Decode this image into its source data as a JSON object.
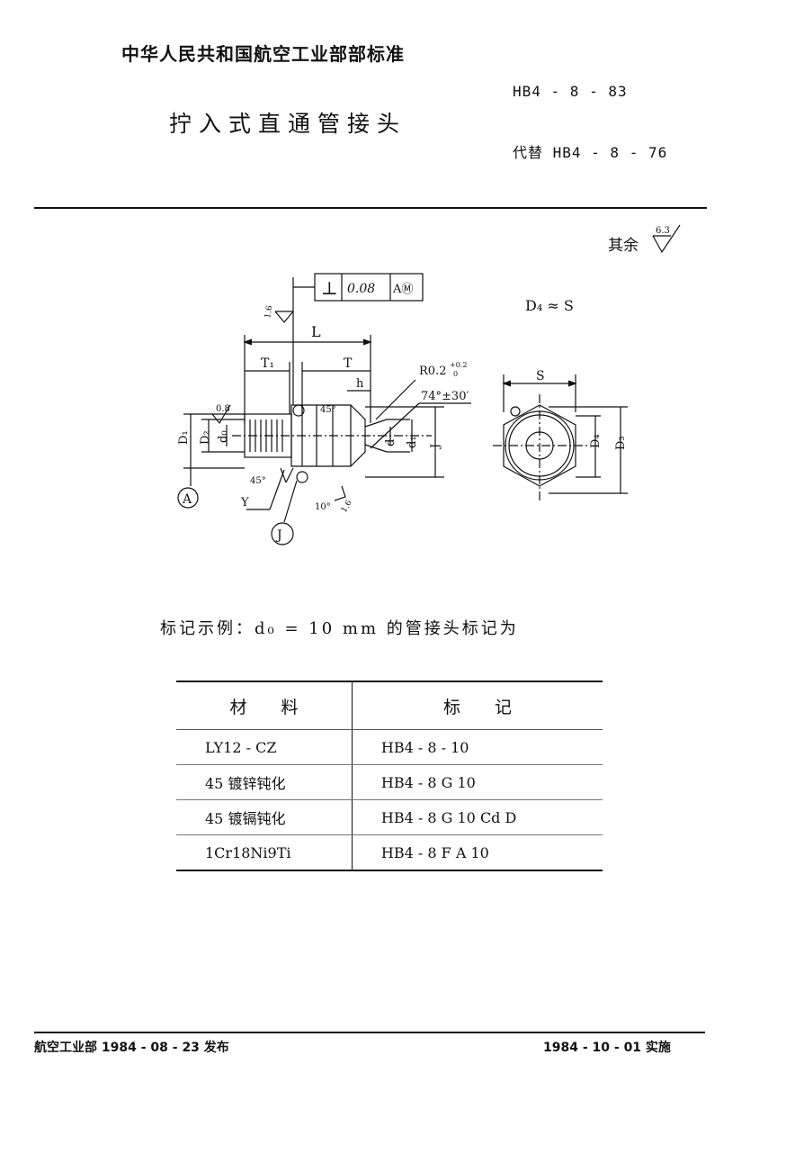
{
  "header": {
    "organization": "中华人民共和国航空工业部部标准",
    "standard_number": "HB4 - 8 - 83",
    "replaces": "代替 HB4 - 8 - 76",
    "title": "拧入式直通管接头"
  },
  "drawing": {
    "roughness_note": "其余",
    "roughness_value": "6.3",
    "tolerance_symbol": "⊥",
    "tolerance_value": "0.08",
    "tolerance_datum": "AⓂ",
    "relation": "D₄ ≈ S",
    "labels": {
      "L": "L",
      "T1": "T₁",
      "T": "T",
      "h": "h",
      "S": "S",
      "D1": "D₁",
      "D2": "D₂",
      "d0": "d₀",
      "d": "d",
      "d1": "d₁",
      "J": "J",
      "D3": "D₃",
      "D4": "D₄",
      "Y": "Y",
      "A": "A",
      "radius": "R0.2",
      "radius_tol_upper": "+0.2",
      "radius_tol_lower": "0",
      "angle": "74°±30′",
      "angle45a": "45°",
      "angle45b": "45°",
      "angle10": "10°",
      "rough_08": "0.8",
      "rough_16": "1.6",
      "rough_16b": "1.6"
    }
  },
  "example": "标记示例：d₀ = 10 mm 的管接头标记为",
  "table": {
    "headers": [
      "材　　料",
      "标　　记"
    ],
    "rows": [
      [
        "LY12 - CZ",
        "HB4 - 8 - 10"
      ],
      [
        "45 镀锌钝化",
        "HB4 - 8 G 10"
      ],
      [
        "45 镀镉钝化",
        "HB4 - 8 G 10 Cd D"
      ],
      [
        "1Cr18Ni9Ti",
        "HB4 - 8 F A 10"
      ]
    ]
  },
  "footer": {
    "issued": "航空工业部 1984 - 08 - 23 发布",
    "effective": "1984 - 10 - 01 实施"
  }
}
